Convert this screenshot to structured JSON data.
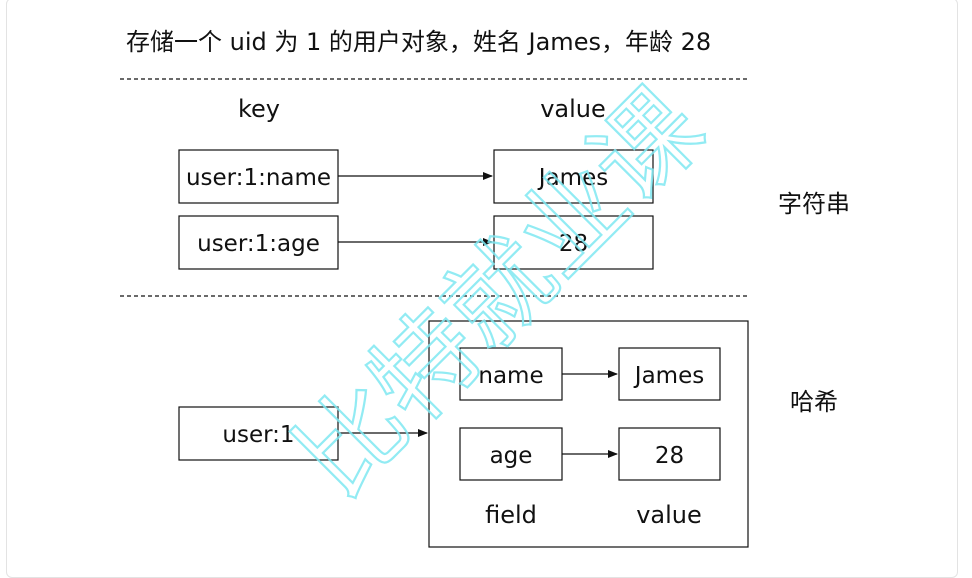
{
  "caption": "存储一个 uid 为 1 的用户对象，姓名 James，年龄 28",
  "string_section": {
    "key_header": "key",
    "value_header": "value",
    "label": "字符串",
    "rows": [
      {
        "key": "user:1:name",
        "value": "James"
      },
      {
        "key": "user:1:age",
        "value": "28"
      }
    ]
  },
  "hash_section": {
    "label": "哈希",
    "key": "user:1",
    "fields": [
      {
        "field": "name",
        "value": "James"
      },
      {
        "field": "age",
        "value": "28"
      }
    ],
    "field_header": "field",
    "value_header": "value"
  },
  "watermark": "比特就业课",
  "colors": {
    "line": "#111111",
    "watermark": "#7fe8f2"
  }
}
